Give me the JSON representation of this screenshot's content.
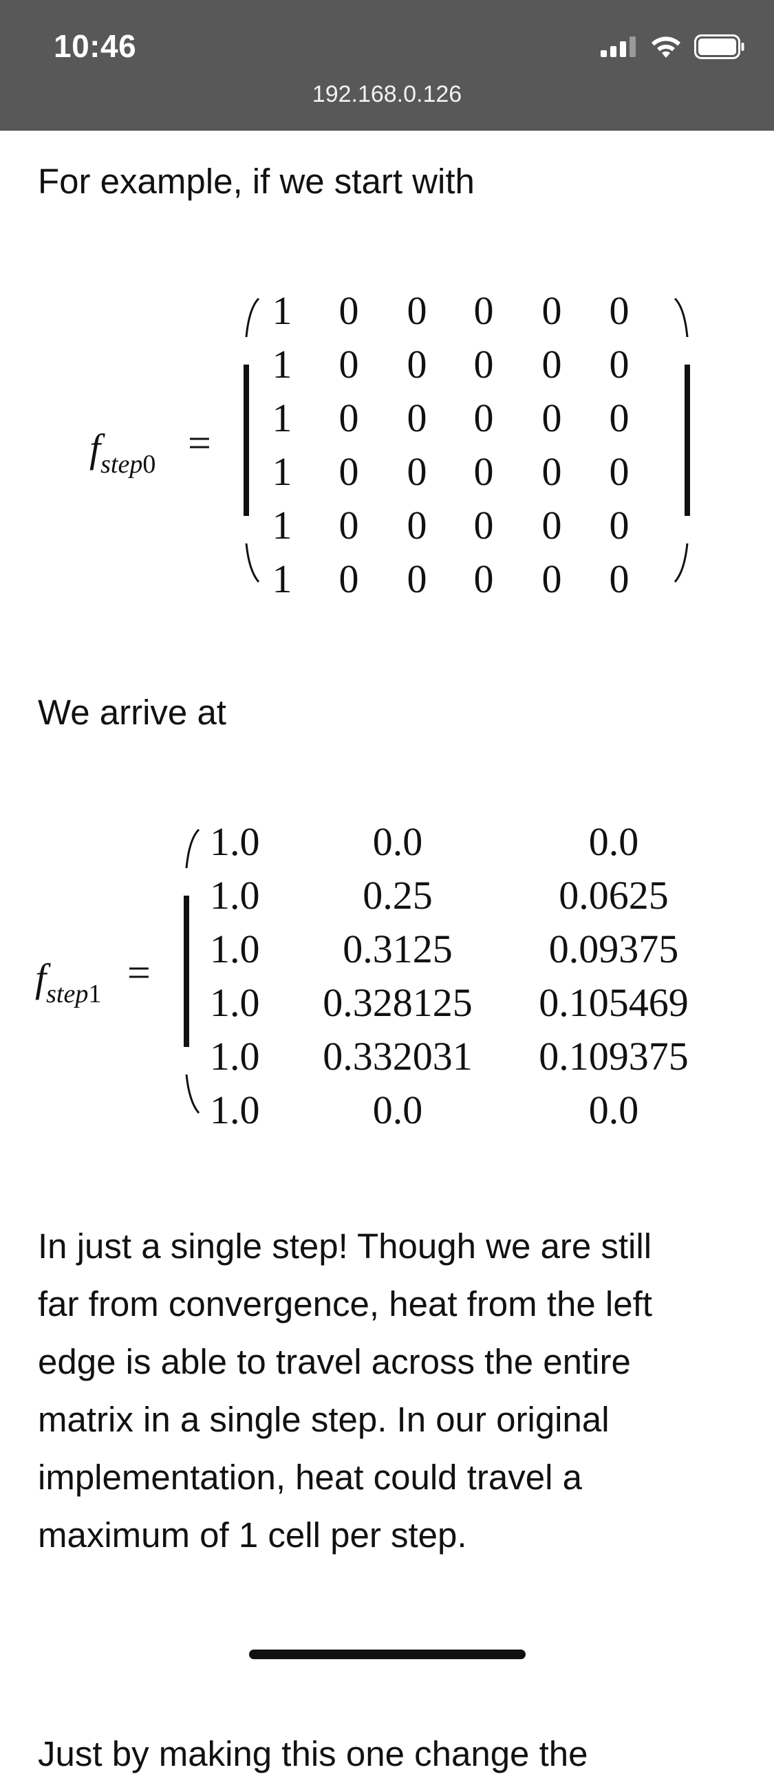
{
  "status_bar": {
    "time": "10:46",
    "icons": [
      "signal-icon",
      "wifi-icon",
      "battery-icon"
    ]
  },
  "browser": {
    "url": "192.168.0.126"
  },
  "article": {
    "intro": "For example, if we start with",
    "arrive": "We arrive at",
    "step_text_lines": [
      "In just a single step! Though we are still",
      "far from convergence, heat from the left",
      "edge is able to travel across the entire",
      "matrix in a single step. In our original",
      "implementation, heat could travel a",
      "maximum of 1 cell per step."
    ],
    "last_text": "Just by making this one change the"
  },
  "equation0": {
    "var": "f",
    "sub": "step",
    "sub_digit": "0",
    "equals": "=",
    "rows": [
      [
        "1",
        "0",
        "0",
        "0",
        "0",
        "0"
      ],
      [
        "1",
        "0",
        "0",
        "0",
        "0",
        "0"
      ],
      [
        "1",
        "0",
        "0",
        "0",
        "0",
        "0"
      ],
      [
        "1",
        "0",
        "0",
        "0",
        "0",
        "0"
      ],
      [
        "1",
        "0",
        "0",
        "0",
        "0",
        "0"
      ],
      [
        "1",
        "0",
        "0",
        "0",
        "0",
        "0"
      ]
    ]
  },
  "equation1": {
    "var": "f",
    "sub": "step",
    "sub_digit": "1",
    "equals": "=",
    "rows": [
      [
        "1.0",
        "0.0",
        "0.0"
      ],
      [
        "1.0",
        "0.25",
        "0.0625"
      ],
      [
        "1.0",
        "0.3125",
        "0.09375"
      ],
      [
        "1.0",
        "0.328125",
        "0.105469"
      ],
      [
        "1.0",
        "0.332031",
        "0.109375"
      ],
      [
        "1.0",
        "0.0",
        "0.0"
      ]
    ]
  }
}
